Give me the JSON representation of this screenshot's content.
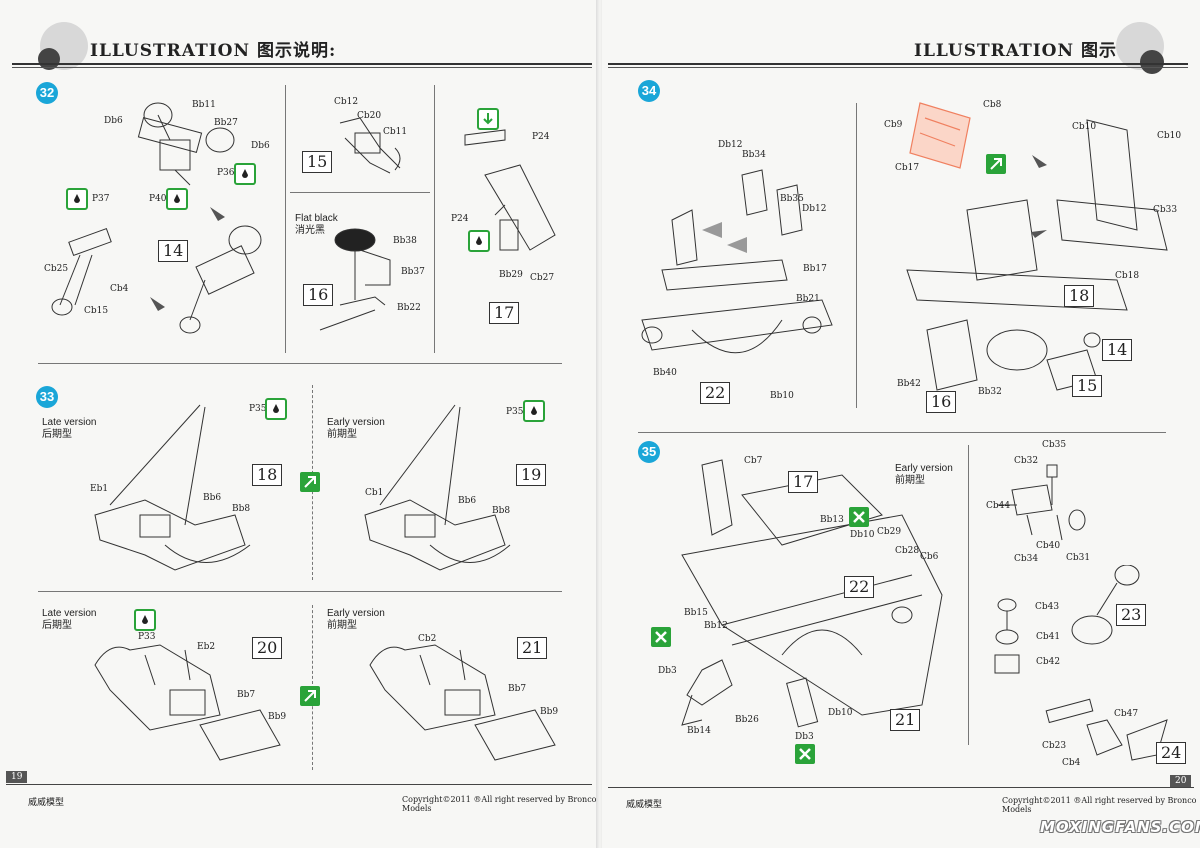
{
  "header": {
    "title_left": "ILLUSTRATION 图示说明:",
    "title_right": "ILLUSTRATION 图示说明:"
  },
  "colors": {
    "step_badge": "#1aa6d8",
    "icon_green": "#2aa339",
    "photo_etch": "#f08060"
  },
  "steps": {
    "s32": "32",
    "s33": "33",
    "s34": "34",
    "s35": "35"
  },
  "left": {
    "step32": {
      "box14": "14",
      "box15": "15",
      "box16": "16",
      "box17": "17",
      "labels": {
        "bb11": "Bb11",
        "db6a": "Db6",
        "bb27": "Bb27",
        "db6b": "Db6",
        "p36": "P36",
        "p40": "P40",
        "p37": "P37",
        "cb25": "Cb25",
        "cb4": "Cb4",
        "cb15": "Cb15",
        "cb12": "Cb12",
        "cb20": "Cb20",
        "cb11": "Cb11",
        "bb38": "Bb38",
        "bb37": "Bb37",
        "bb22": "Bb22",
        "p24a": "P24",
        "p24b": "P24",
        "bb29": "Bb29",
        "cb27": "Cb27"
      },
      "flat_black_en": "Flat black",
      "flat_black_cn": "消光黑"
    },
    "step33": {
      "late_en": "Late version",
      "late_cn": "后期型",
      "early_en": "Early version",
      "early_cn": "前期型",
      "box18": "18",
      "box19": "19",
      "box20": "20",
      "box21": "21",
      "labels": {
        "p35a": "P35",
        "p35b": "P35",
        "eb1": "Eb1",
        "bb6a": "Bb6",
        "bb8a": "Bb8",
        "cb1": "Cb1",
        "bb6b": "Bb6",
        "bb8b": "Bb8",
        "p33": "P33",
        "eb2": "Eb2",
        "bb7a": "Bb7",
        "bb9a": "Bb9",
        "cb2": "Cb2",
        "bb7b": "Bb7",
        "bb9b": "Bb9"
      },
      "late2_en": "Late version",
      "late2_cn": "后期型",
      "early2_en": "Early version",
      "early2_cn": "前期型"
    },
    "footer": {
      "page": "19",
      "brand": "威威模型",
      "copyright": "Copyright©2011  ®All right reserved by Bronco Models"
    }
  },
  "right": {
    "step34": {
      "box22": "22",
      "box16": "16",
      "box18": "18",
      "box14": "14",
      "box15": "15",
      "labels": {
        "db12a": "Db12",
        "bb34": "Bb34",
        "bb35": "Bb35",
        "db12b": "Db12",
        "bb17": "Bb17",
        "bb21": "Bb21",
        "bb40": "Bb40",
        "bb10": "Bb10",
        "cb9": "Cb9",
        "cb8": "Cb8",
        "cb17": "Cb17",
        "cb10a": "Cb10",
        "cb10b": "Cb10",
        "cb33": "Cb33",
        "cb18": "Cb18",
        "bb42": "Bb42",
        "bb32": "Bb32"
      }
    },
    "step35": {
      "early_en": "Early version",
      "early_cn": "前期型",
      "box17": "17",
      "box22": "22",
      "box21": "21",
      "box23": "23",
      "box24": "24",
      "labels": {
        "cb7": "Cb7",
        "bb13": "Bb13",
        "db10": "Db10",
        "cb29": "Cb29",
        "cb28": "Cb28",
        "cb6": "Cb6",
        "bb15": "Bb15",
        "bb12": "Bb12",
        "db3a": "Db3",
        "bb14": "Bb14",
        "bb26": "Bb26",
        "db3b": "Db3",
        "db10b": "Db10",
        "cb35": "Cb35",
        "cb32": "Cb32",
        "cb44": "Cb44",
        "cb40": "Cb40",
        "cb34": "Cb34",
        "cb31": "Cb31",
        "cb43": "Cb43",
        "cb41": "Cb41",
        "cb42": "Cb42",
        "cb47": "Cb47",
        "cb23": "Cb23",
        "cb4x": "Cb4"
      }
    },
    "footer": {
      "page": "20",
      "brand": "威威模型",
      "copyright": "Copyright©2011  ®All right reserved by Bronco Models"
    },
    "watermark": "MOXINGFANS.COM"
  }
}
